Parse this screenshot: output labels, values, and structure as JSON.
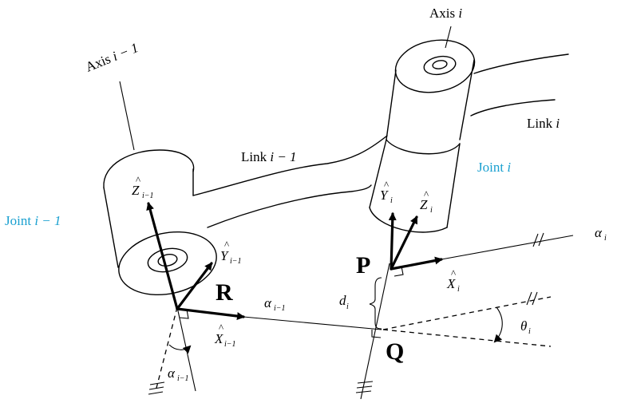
{
  "labels": {
    "axis_prev_a": "Axis ",
    "axis_prev_b": "i − 1",
    "axis_cur_a": "Axis ",
    "axis_cur_b": "i",
    "link_prev_a": "Link ",
    "link_prev_b": "i − 1",
    "link_cur_a": "Link ",
    "link_cur_b": "i",
    "joint_prev_a": "Joint ",
    "joint_prev_b": "i − 1",
    "joint_cur_a": "Joint ",
    "joint_cur_b": "i",
    "z_prev": "Z",
    "z_prev_hat": "^",
    "z_prev_sub": "i−1",
    "y_prev": "Y",
    "y_prev_hat": "^",
    "y_prev_sub": "i−1",
    "x_prev": "X",
    "x_prev_hat": "^",
    "x_prev_sub": "i−1",
    "y_cur": "Y",
    "y_cur_hat": "^",
    "y_cur_sub": "i",
    "z_cur": "Z",
    "z_cur_hat": "^",
    "z_cur_sub": "i",
    "x_cur": "X",
    "x_cur_hat": "^",
    "x_cur_sub": "i",
    "point_r": "R",
    "point_p": "P",
    "point_q": "Q",
    "alpha_prev_mid": "α",
    "alpha_prev_mid_sub": "i−1",
    "alpha_prev_low": "α",
    "alpha_prev_low_sub": "i−1",
    "alpha_cur": "α",
    "alpha_cur_sub": "i",
    "d_i": "d",
    "d_i_sub": "i",
    "theta_i": "θ",
    "theta_i_sub": "i"
  },
  "colors": {
    "joint_label": "#1aa0d0",
    "ink": "#000000"
  }
}
